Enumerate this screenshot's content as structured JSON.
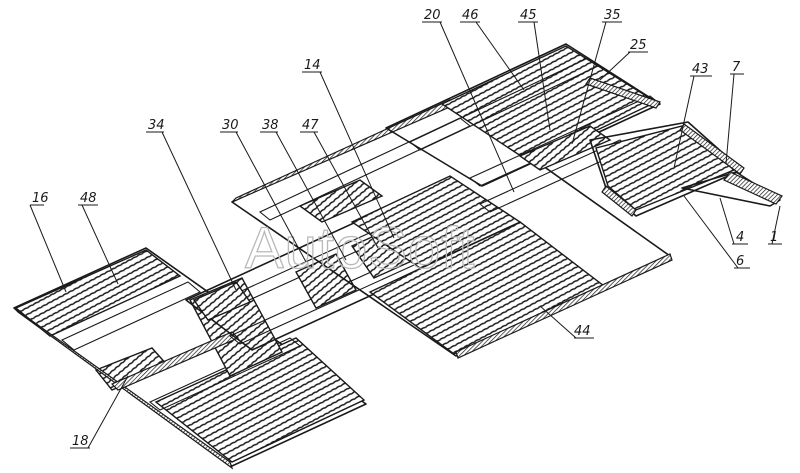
{
  "diagram": {
    "callouts": [
      {
        "id": "16",
        "text": "16"
      },
      {
        "id": "48",
        "text": "48"
      },
      {
        "id": "34",
        "text": "34"
      },
      {
        "id": "30",
        "text": "30"
      },
      {
        "id": "38",
        "text": "38"
      },
      {
        "id": "47",
        "text": "47"
      },
      {
        "id": "14",
        "text": "14"
      },
      {
        "id": "20",
        "text": "20"
      },
      {
        "id": "46",
        "text": "46"
      },
      {
        "id": "45",
        "text": "45"
      },
      {
        "id": "35",
        "text": "35"
      },
      {
        "id": "25",
        "text": "25"
      },
      {
        "id": "43",
        "text": "43"
      },
      {
        "id": "7",
        "text": "7"
      },
      {
        "id": "4",
        "text": "4"
      },
      {
        "id": "1",
        "text": "1"
      },
      {
        "id": "6",
        "text": "6"
      },
      {
        "id": "44",
        "text": "44"
      },
      {
        "id": "18",
        "text": "18"
      }
    ],
    "watermark": "AutoSoft"
  }
}
